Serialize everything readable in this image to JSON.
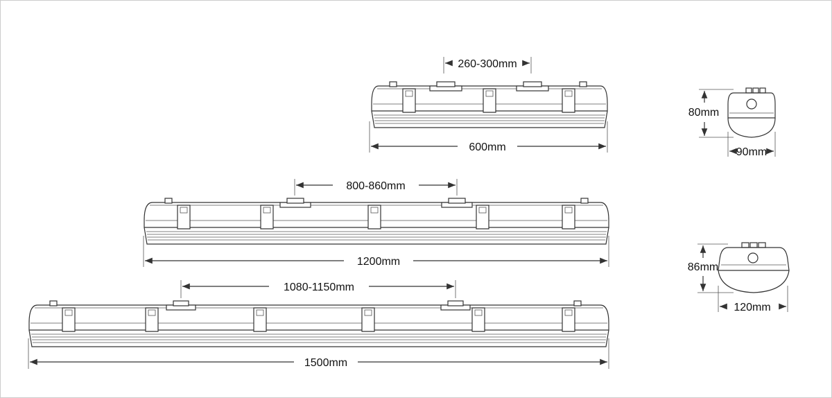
{
  "colors": {
    "line": "#333333",
    "text": "#111111",
    "border": "#cccccc",
    "background": "#ffffff"
  },
  "fixtures": [
    {
      "id": "fixture-600",
      "length_label": "600mm",
      "spacing_label": "260-300mm"
    },
    {
      "id": "fixture-1200",
      "length_label": "1200mm",
      "spacing_label": "800-860mm"
    },
    {
      "id": "fixture-1500",
      "length_label": "1500mm",
      "spacing_label": "1080-1150mm"
    }
  ],
  "end_views": [
    {
      "id": "end-view-small",
      "height_label": "80mm",
      "width_label": "90mm"
    },
    {
      "id": "end-view-large",
      "height_label": "86mm",
      "width_label": "120mm"
    }
  ]
}
